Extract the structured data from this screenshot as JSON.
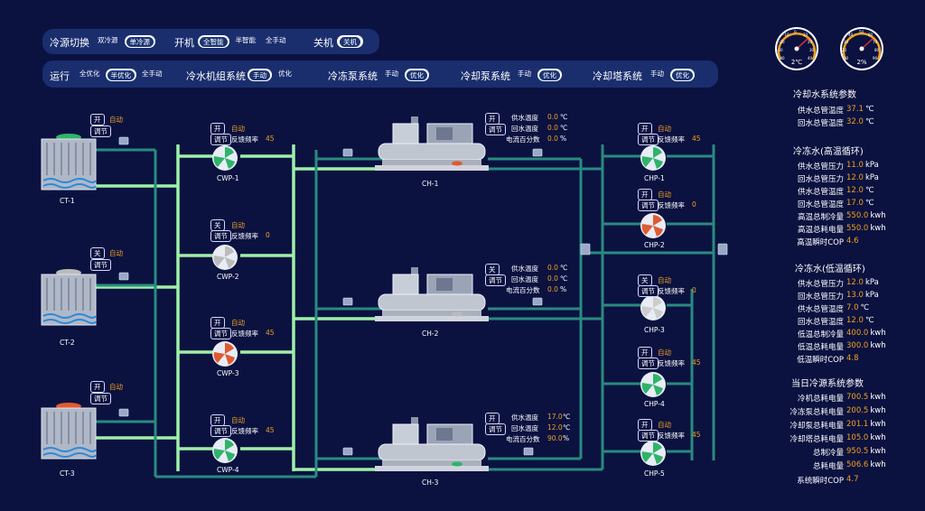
{
  "top_bar": {
    "source_switch": {
      "label": "冷源切换",
      "options": [
        "双冷源",
        "单冷源"
      ],
      "selected": "单冷源"
    },
    "start": {
      "label": "开机",
      "options": [
        "全智能",
        "半智能",
        "全手动"
      ],
      "selected": "全智能"
    },
    "stop": {
      "label": "关机",
      "button": "关机"
    }
  },
  "mode_bar": {
    "run": {
      "label": "运行",
      "options": [
        "全优化",
        "半优化",
        "全手动"
      ],
      "selected": "半优化"
    },
    "chiller_sys": {
      "label": "冷水机组系统",
      "options": [
        "手动",
        "优化"
      ],
      "selected": "手动"
    },
    "chw_pump_sys": {
      "label": "冷冻泵系统",
      "options": [
        "手动",
        "优化"
      ],
      "selected": "优化"
    },
    "cw_pump_sys": {
      "label": "冷却泵系统",
      "options": [
        "手动",
        "优化"
      ],
      "selected": "优化"
    },
    "tower_sys": {
      "label": "冷却塔系统",
      "options": [
        "手动",
        "优化"
      ],
      "selected": "优化"
    }
  },
  "gauges": [
    {
      "value": "2℃",
      "ticks": [
        "0",
        "10",
        "20",
        "30",
        "40",
        "-10",
        "-20",
        "-30",
        "-40"
      ]
    },
    {
      "value": "2%",
      "ticks": [
        "10",
        "20",
        "30",
        "40",
        "50",
        "60",
        "70",
        "80",
        "90"
      ]
    }
  ],
  "towers": [
    {
      "name": "CT-1",
      "switch": "开",
      "mode": "自动",
      "adjust": "调节",
      "fan_color": "#2fb36a"
    },
    {
      "name": "CT-2",
      "switch": "关",
      "mode": "自动",
      "adjust": "调节",
      "fan_color": "#bbbbbb"
    },
    {
      "name": "CT-3",
      "switch": "开",
      "mode": "自动",
      "adjust": "调节",
      "fan_color": "#e05a30"
    }
  ],
  "cw_pumps": [
    {
      "name": "CWP-1",
      "switch": "开",
      "mode": "自动",
      "adjust": "调节",
      "freq_label": "反馈频率",
      "freq": "45",
      "color": "#2fb36a"
    },
    {
      "name": "CWP-2",
      "switch": "关",
      "mode": "自动",
      "adjust": "调节",
      "freq_label": "反馈频率",
      "freq": "0",
      "color": "#cccccc"
    },
    {
      "name": "CWP-3",
      "switch": "开",
      "mode": "自动",
      "adjust": "调节",
      "freq_label": "反馈频率",
      "freq": "45",
      "color": "#e05a30"
    },
    {
      "name": "CWP-4",
      "switch": "开",
      "mode": "自动",
      "adjust": "调节",
      "freq_label": "反馈频率",
      "freq": "45",
      "color": "#2fb36a"
    }
  ],
  "chillers": [
    {
      "name": "CH-1",
      "switch": "开",
      "adjust": "调节",
      "supply_label": "供水温度",
      "supply": "0.0",
      "return_label": "回水温度",
      "return": "0.0",
      "current_label": "电流百分数",
      "current": "0.0",
      "temp_unit": "℃",
      "pct_unit": "%",
      "status_color": "#e05a30"
    },
    {
      "name": "CH-2",
      "switch": "关",
      "adjust": "调节",
      "supply_label": "供水温度",
      "supply": "0.0",
      "return_label": "回水温度",
      "return": "0.0",
      "current_label": "电流百分数",
      "current": "0.0",
      "temp_unit": "℃",
      "pct_unit": "%",
      "status_color": "#bbbbbb"
    },
    {
      "name": "CH-3",
      "switch": "开",
      "adjust": "调节",
      "supply_label": "供水温度",
      "supply": "17.0",
      "return_label": "回水温度",
      "return": "12.0",
      "current_label": "电流百分数",
      "current": "90.0",
      "temp_unit": "℃",
      "pct_unit": "%",
      "status_color": "#2fb36a"
    }
  ],
  "chw_pumps": [
    {
      "name": "CHP-1",
      "switch": "开",
      "mode": "自动",
      "adjust": "调节",
      "freq_label": "反馈频率",
      "freq": "45",
      "color": "#2fb36a"
    },
    {
      "name": "CHP-2",
      "switch": "开",
      "mode": "自动",
      "adjust": "调节",
      "freq_label": "反馈频率",
      "freq": "0",
      "color": "#e05a30"
    },
    {
      "name": "CHP-3",
      "switch": "关",
      "mode": "自动",
      "adjust": "调节",
      "freq_label": "反馈频率",
      "freq": "0",
      "color": "#cccccc"
    },
    {
      "name": "CHP-4",
      "switch": "开",
      "mode": "自动",
      "adjust": "调节",
      "freq_label": "反馈频率",
      "freq": "45",
      "color": "#2fb36a"
    },
    {
      "name": "CHP-5",
      "switch": "开",
      "mode": "自动",
      "adjust": "调节",
      "freq_label": "反馈频率",
      "freq": "45",
      "color": "#2fb36a"
    }
  ],
  "right_panel": {
    "cooling": {
      "title": "冷却水系统参数",
      "rows": [
        {
          "label": "供水总管温度",
          "value": "37.1",
          "unit": "℃"
        },
        {
          "label": "回水总管温度",
          "value": "32.0",
          "unit": "℃"
        }
      ]
    },
    "chw_high": {
      "title": "冷冻水(高温循环)",
      "rows": [
        {
          "label": "供水总管压力",
          "value": "11.0",
          "unit": "kPa"
        },
        {
          "label": "回水总管压力",
          "value": "12.0",
          "unit": "kPa"
        },
        {
          "label": "供水总管温度",
          "value": "12.0",
          "unit": "℃"
        },
        {
          "label": "回水总管温度",
          "value": "17.0",
          "unit": "℃"
        },
        {
          "label": "高温总制冷量",
          "value": "550.0",
          "unit": "kwh"
        },
        {
          "label": "高温总耗电量",
          "value": "550.0",
          "unit": "kwh"
        },
        {
          "label": "高温瞬时COP",
          "value": "4.6",
          "unit": ""
        }
      ]
    },
    "chw_low": {
      "title": "冷冻水(低温循环)",
      "rows": [
        {
          "label": "供水总管压力",
          "value": "12.0",
          "unit": "kPa"
        },
        {
          "label": "回水总管压力",
          "value": "13.0",
          "unit": "kPa"
        },
        {
          "label": "供水总管温度",
          "value": "7.0",
          "unit": "℃"
        },
        {
          "label": "回水总管温度",
          "value": "12.0",
          "unit": "℃"
        },
        {
          "label": "低温总制冷量",
          "value": "400.0",
          "unit": "kwh"
        },
        {
          "label": "低温总耗电量",
          "value": "300.0",
          "unit": "kwh"
        },
        {
          "label": "低温瞬时COP",
          "value": "4.8",
          "unit": ""
        }
      ]
    },
    "daily": {
      "title": "当日冷源系统参数",
      "rows": [
        {
          "label": "冷机总耗电量",
          "value": "700.5",
          "unit": "kwh"
        },
        {
          "label": "冷冻泵总耗电量",
          "value": "200.5",
          "unit": "kwh"
        },
        {
          "label": "冷却泵总耗电量",
          "value": "201.1",
          "unit": "kwh"
        },
        {
          "label": "冷却塔总耗电量",
          "value": "105.0",
          "unit": "kwh"
        },
        {
          "label": "总制冷量",
          "value": "950.5",
          "unit": "kwh"
        },
        {
          "label": "总耗电量",
          "value": "506.6",
          "unit": "kwh"
        },
        {
          "label": "系统瞬时COP",
          "value": "4.7",
          "unit": ""
        }
      ]
    }
  },
  "colors": {
    "background": "#0b1240",
    "panel": "#1a2e6e",
    "pipe_green": "#9ef0a8",
    "pipe_teal": "#2a8a80",
    "value_orange": "#f0a020"
  }
}
